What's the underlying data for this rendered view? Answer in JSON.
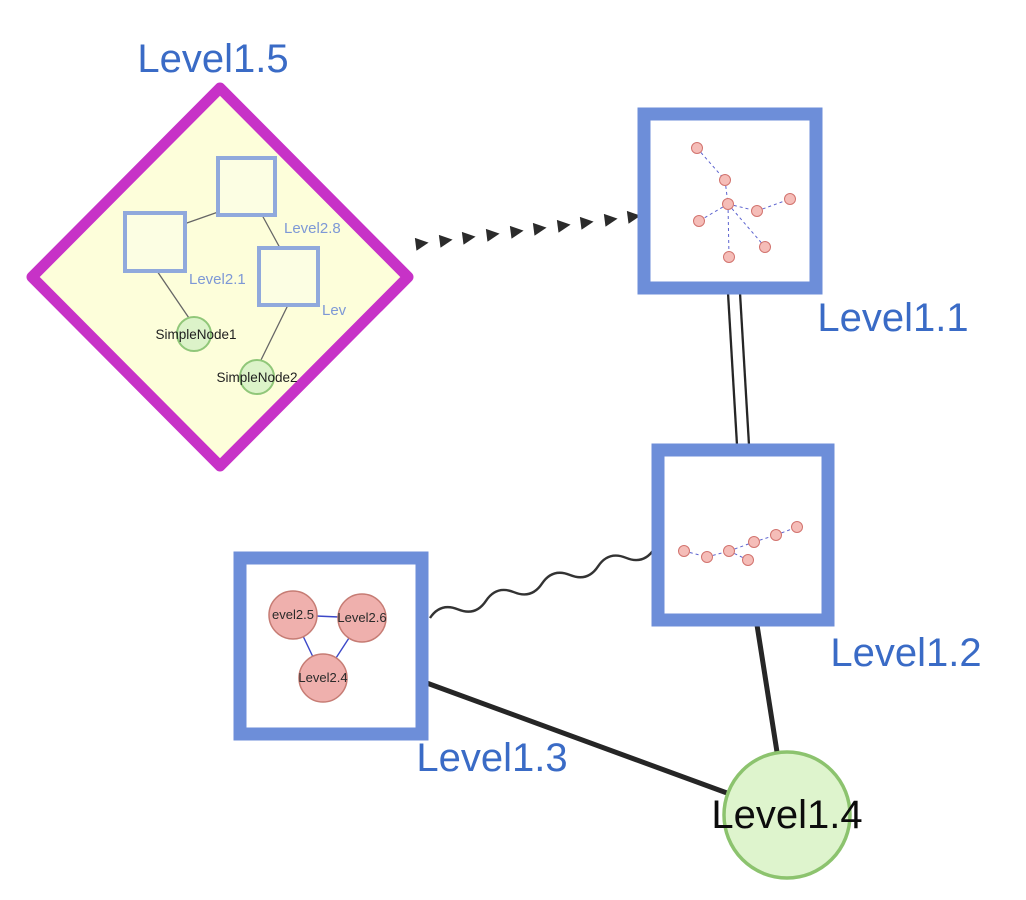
{
  "nodes": {
    "level15": {
      "label": "Level1.5",
      "shape": "diamond"
    },
    "level11": {
      "label": "Level1.1",
      "shape": "group-square"
    },
    "level12": {
      "label": "Level1.2",
      "shape": "group-square"
    },
    "level13": {
      "label": "Level1.3",
      "shape": "group-square"
    },
    "level14": {
      "label": "Level1.4",
      "shape": "circle"
    },
    "level28": {
      "label": "Level2.8",
      "shape": "square"
    },
    "level21": {
      "label": "Level2.1",
      "shape": "square"
    },
    "lev": {
      "label": "Lev",
      "shape": "square"
    },
    "simplenode1": {
      "label": "SimpleNode1",
      "shape": "circle"
    },
    "simplenode2": {
      "label": "SimpleNode2",
      "shape": "circle"
    },
    "level25": {
      "label": "evel2.5",
      "shape": "circle"
    },
    "level26": {
      "label": "Level2.6",
      "shape": "circle"
    },
    "level24": {
      "label": "Level2.4",
      "shape": "circle"
    }
  },
  "edges": [
    {
      "from": "level15",
      "to": "level11",
      "style": "repeated-arrowheads"
    },
    {
      "from": "level11",
      "to": "level12",
      "style": "double-line"
    },
    {
      "from": "level13",
      "to": "level12",
      "style": "wavy"
    },
    {
      "from": "level13",
      "to": "level14",
      "style": "solid-thick"
    },
    {
      "from": "level12",
      "to": "level14",
      "style": "solid-thick"
    },
    {
      "from": "level28",
      "to": "level21",
      "style": "thin"
    },
    {
      "from": "level28",
      "to": "lev",
      "style": "thin"
    },
    {
      "from": "level21",
      "to": "simplenode1",
      "style": "thin"
    },
    {
      "from": "lev",
      "to": "simplenode2",
      "style": "thin"
    },
    {
      "from": "level25",
      "to": "level26",
      "style": "thin-blue"
    },
    {
      "from": "level25",
      "to": "level24",
      "style": "thin-blue"
    },
    {
      "from": "level26",
      "to": "level24",
      "style": "thin-blue"
    }
  ],
  "colors": {
    "label_blue": "#3a6bc6",
    "diamond_border": "#c732c7",
    "diamond_fill": "#fdfeda",
    "group_border": "#6d8ed9",
    "inner_square_border": "#90a9dc",
    "green_fill": "#dcf3c9",
    "green_border": "#90c779",
    "pink_fill": "#efb0ad",
    "pink_border": "#c67c74",
    "edge_black": "#262626",
    "inner_edge_blue": "#5c63cf"
  }
}
